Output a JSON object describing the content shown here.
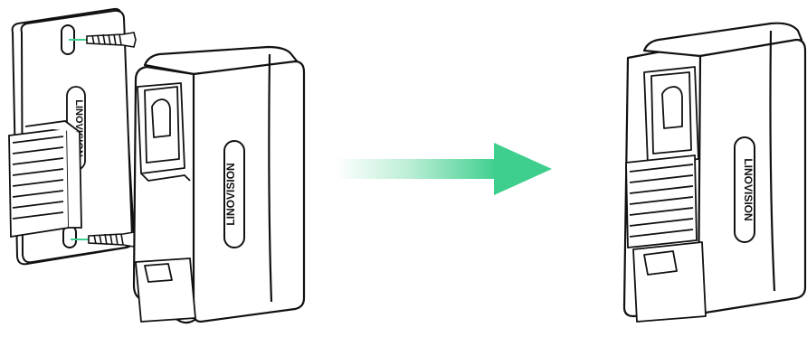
{
  "brand": {
    "logo_text_plate": "LINOVISION",
    "logo_text_device": "LINOVISION",
    "logo_text_mounted": "LINOVISION"
  },
  "colors": {
    "outline": "#111111",
    "fill": "#ffffff",
    "screw_marker": "#3ecf8e",
    "arrow_light": "#eafaf2",
    "arrow_dark": "#3ecf8e"
  },
  "icons": {
    "screw_top": "screw-icon",
    "screw_bottom": "screw-icon",
    "arrow": "arrow-right-icon"
  }
}
